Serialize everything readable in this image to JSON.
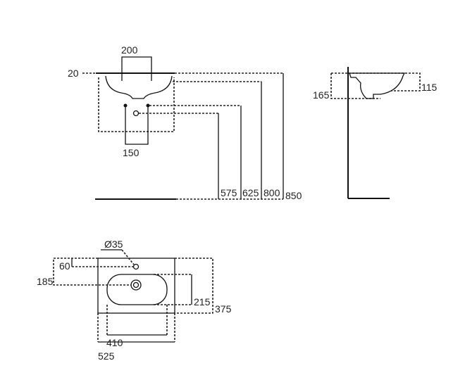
{
  "front_view": {
    "dims": {
      "d20": "20",
      "d200": "200",
      "d150": "150",
      "d575": "575",
      "d625": "625",
      "d800": "800",
      "d850": "850"
    }
  },
  "side_view": {
    "dims": {
      "d165": "165",
      "d115": "115"
    }
  },
  "plan_view": {
    "dims": {
      "d35": "Ø35",
      "d60": "60",
      "d185": "185",
      "d215": "215",
      "d375": "375",
      "d410": "410",
      "d525": "525"
    }
  }
}
